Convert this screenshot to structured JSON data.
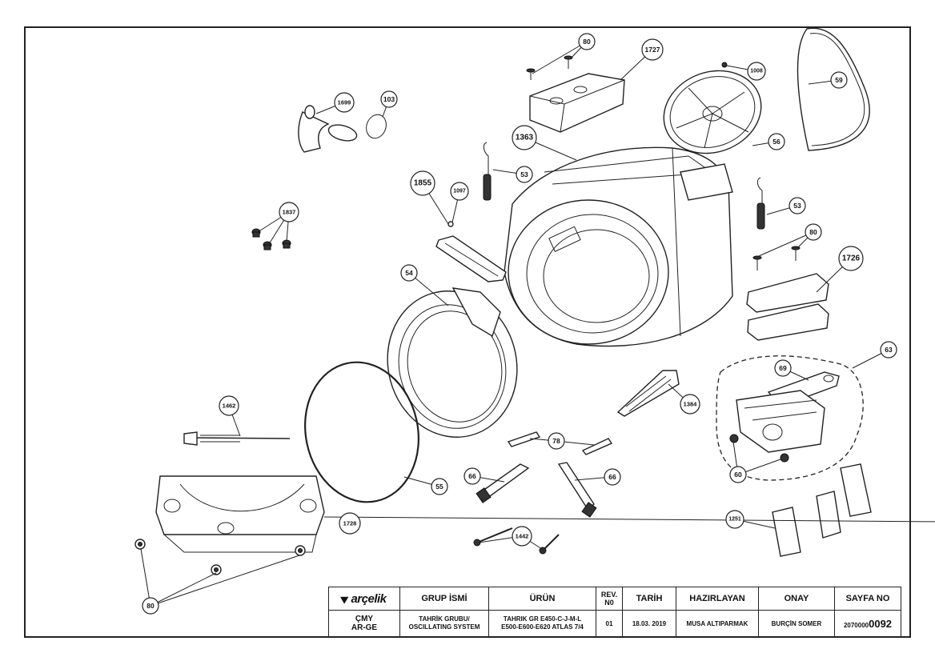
{
  "callouts": {
    "c80a": "80",
    "c1727": "1727",
    "c1008": "1008",
    "c59": "59",
    "c1699": "1699",
    "c103": "103",
    "c1363": "1363",
    "c56": "56",
    "c53a": "53",
    "c1855": "1855",
    "c1097": "1097",
    "c53b": "53",
    "c1837": "1837",
    "c80b": "80",
    "c1726": "1726",
    "c54": "54",
    "c63": "63",
    "c69": "69",
    "c1384": "1384",
    "c1462": "1462",
    "c78": "78",
    "c66a": "66",
    "c66b": "66",
    "c55": "55",
    "c60": "60",
    "c1728": "1728",
    "c1442": "1442",
    "c1251": "1251",
    "c80c": "80"
  },
  "title_block": {
    "logo": "arçelik",
    "dept": "ÇMY\nAR-GE",
    "group_label": "GRUP İSMİ",
    "group_value": "TAHRİK GRUBU/\nOSCILLATING SYSTEM",
    "product_label": "ÜRÜN",
    "product_value": "TAHRIK GR E450-C-J-M-L\nE500-E600-E620 ATLAS 7/4",
    "rev_label": "REV.\nN0",
    "rev_value": "01",
    "date_label": "TARİH",
    "date_value": "18.03. 2019",
    "prepared_label": "HAZIRLAYAN",
    "prepared_value": "MUSA ALTIPARMAK",
    "approval_label": "ONAY",
    "approval_value": "BURÇİN SOMER",
    "page_label": "SAYFA NO",
    "page_prefix": "2070000",
    "page_suffix": "0092"
  },
  "colors": {
    "line": "#222222",
    "background": "#ffffff"
  }
}
